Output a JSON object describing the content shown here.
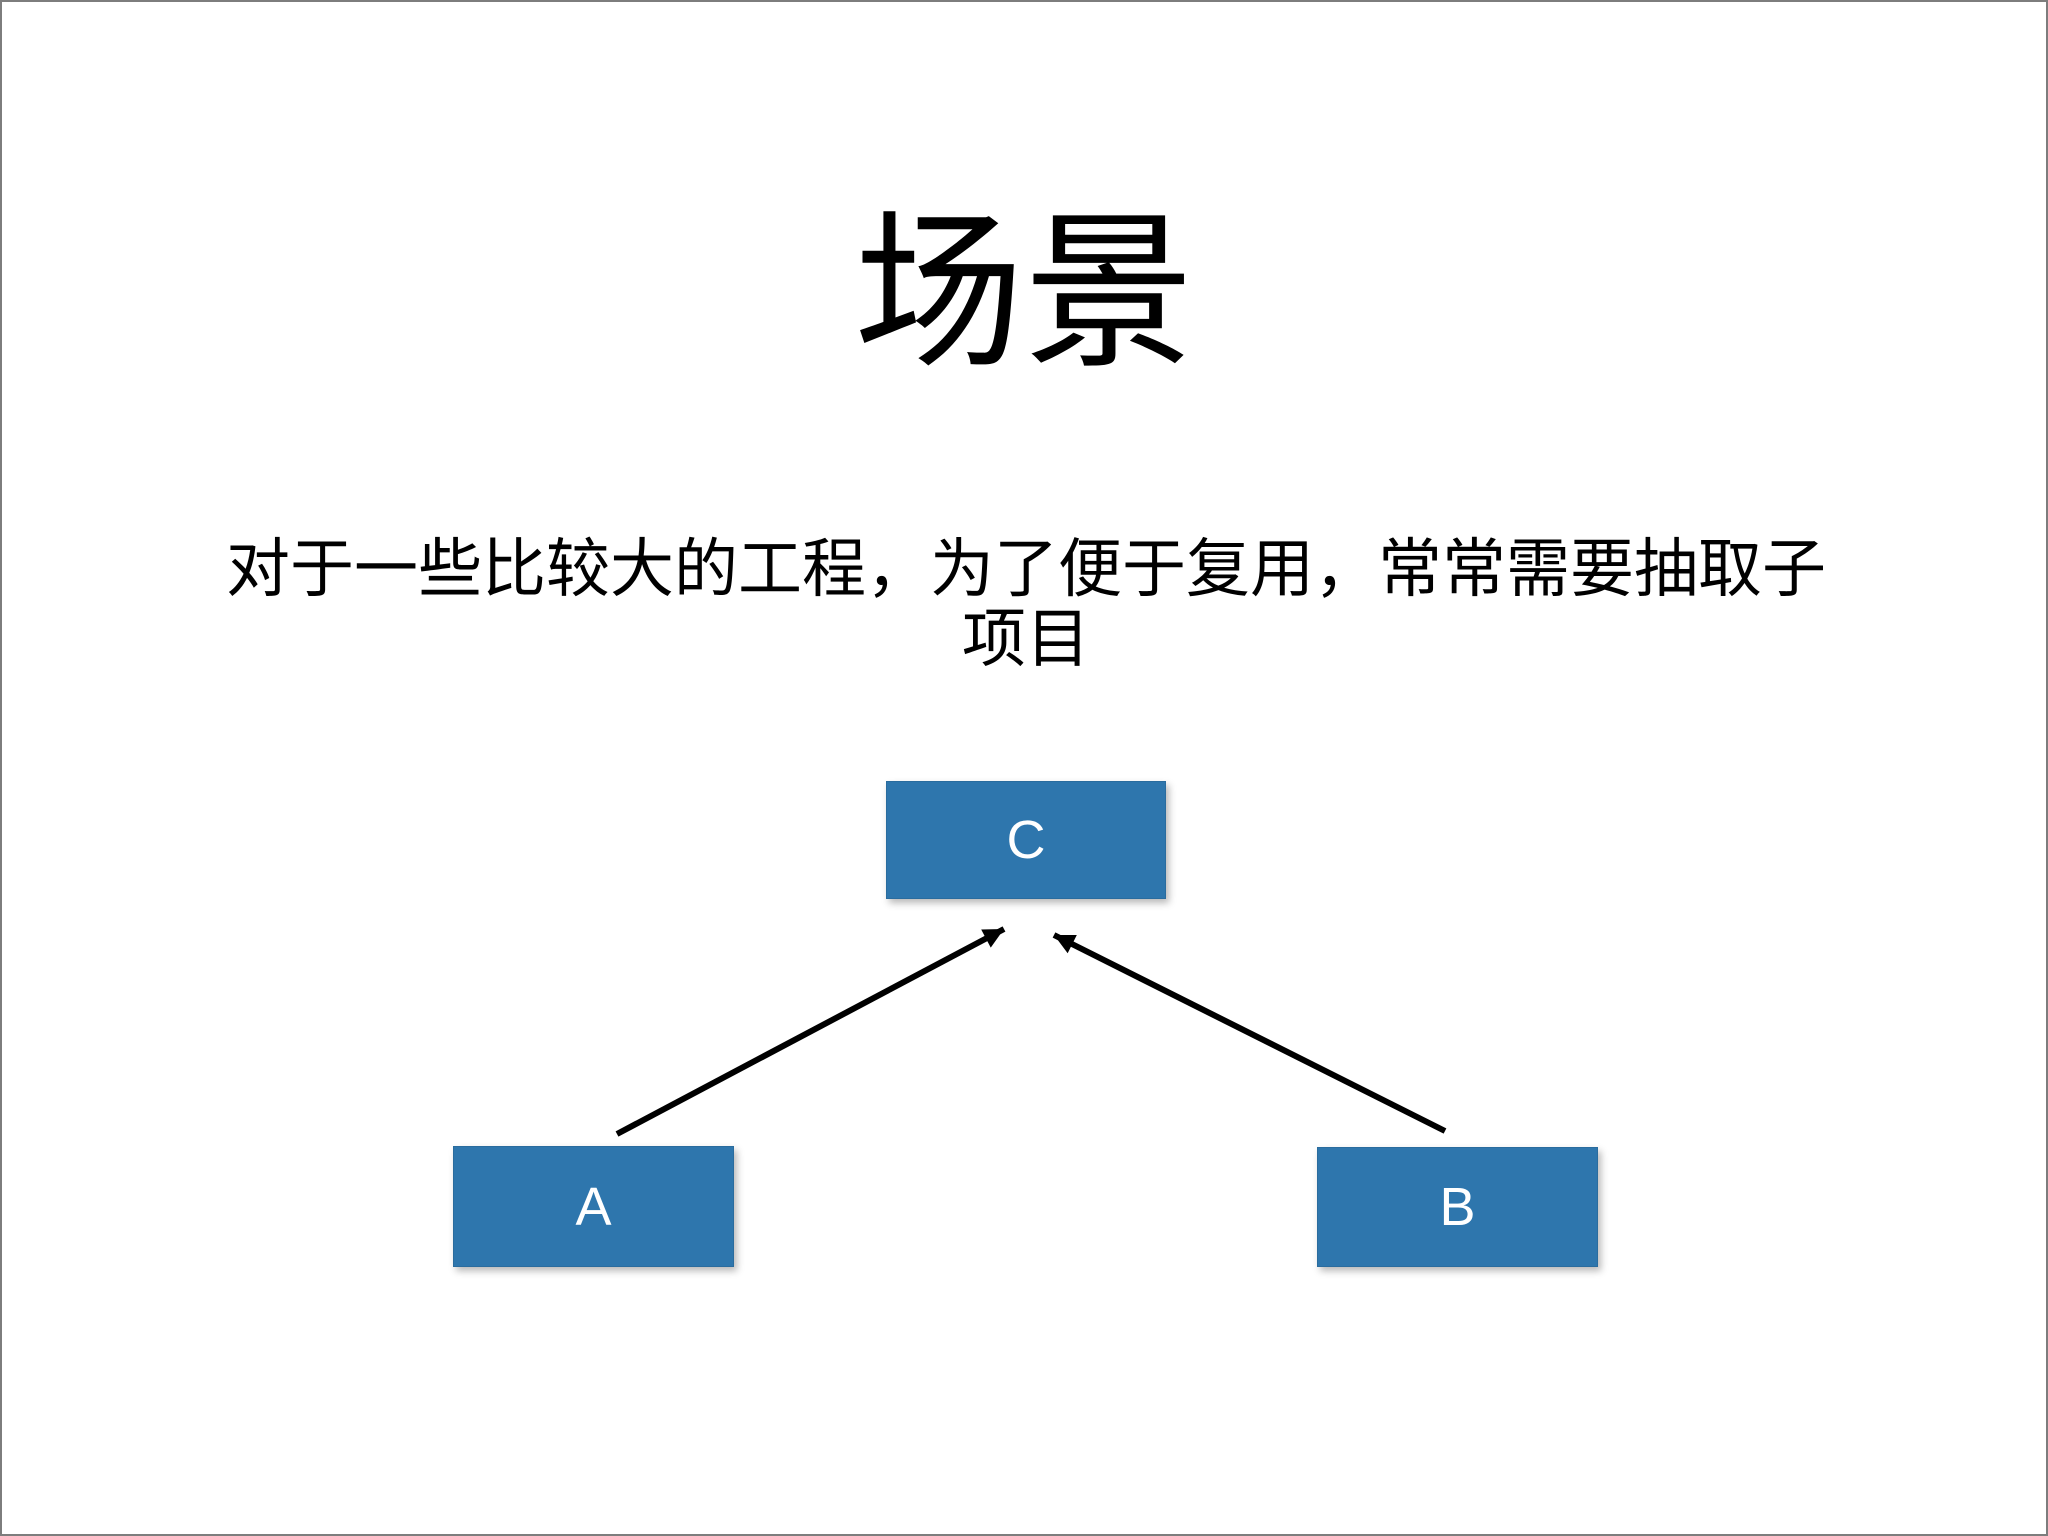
{
  "slide": {
    "title": "场景",
    "subtitle_lines": [
      "对于一些比较大的工程，为了便于复用，常常需要抽取子",
      "项目"
    ]
  },
  "diagram": {
    "nodes": [
      {
        "id": "C",
        "label": "C"
      },
      {
        "id": "A",
        "label": "A"
      },
      {
        "id": "B",
        "label": "B"
      }
    ],
    "edges": [
      {
        "from": "A",
        "to": "C"
      },
      {
        "from": "B",
        "to": "C"
      }
    ]
  },
  "colors": {
    "background": "#FFFFFF",
    "border": "#7D7D7D",
    "text": "#000000",
    "node_fill": "#2E76AD",
    "node_edge": "#2A6C9E",
    "node_text": "#FFFFFF",
    "arrow": "#000000"
  }
}
